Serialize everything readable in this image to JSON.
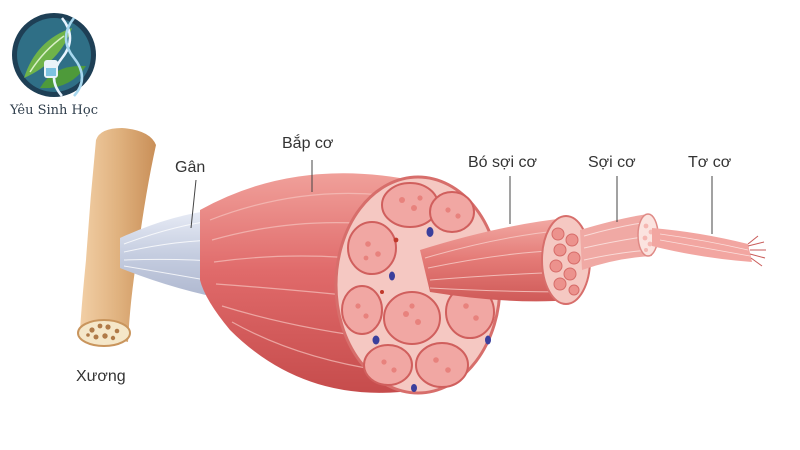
{
  "brand": {
    "name": "Yêu Sinh Học",
    "logo_icon": "leaf-dna-flask-icon"
  },
  "labels": {
    "bone": "Xương",
    "tendon": "Gân",
    "muscle": "Bắp cơ",
    "fascicle": "Bó sợi cơ",
    "fiber": "Sợi cơ",
    "myofibril": "Tơ cơ"
  },
  "colors": {
    "muscle_main": "#e06a6a",
    "muscle_light": "#f3b0ab",
    "muscle_dark": "#c24848",
    "bone": "#e0b27f",
    "tendon": "#c5cde0",
    "nucleus": "#3b3f9c"
  }
}
